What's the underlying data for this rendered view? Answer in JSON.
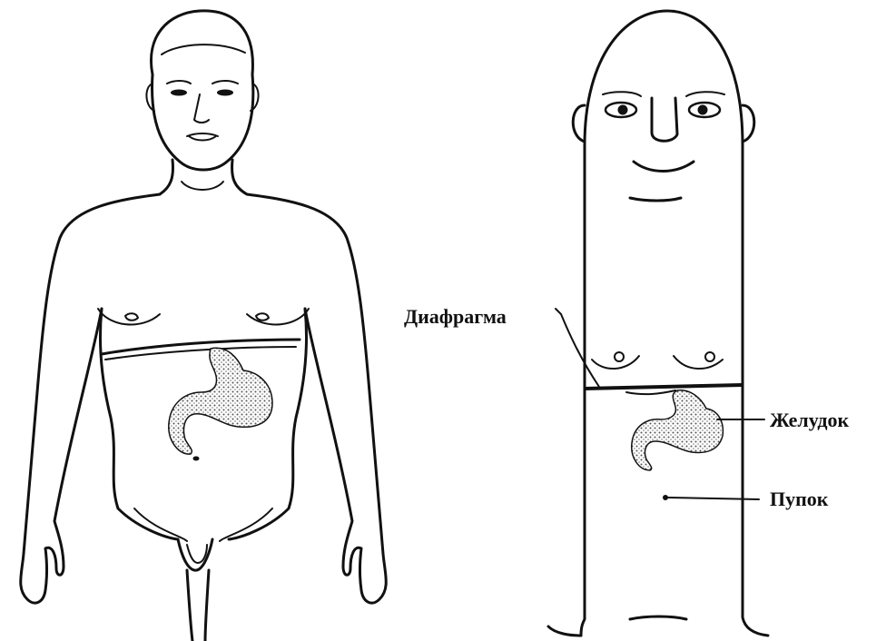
{
  "labels": {
    "diaphragm": "Диафрагма",
    "stomach": "Желудок",
    "navel": "Пупок"
  },
  "colors": {
    "ink": "#111111",
    "background": "#ffffff",
    "stomach_fill": "#d4d4d4"
  }
}
